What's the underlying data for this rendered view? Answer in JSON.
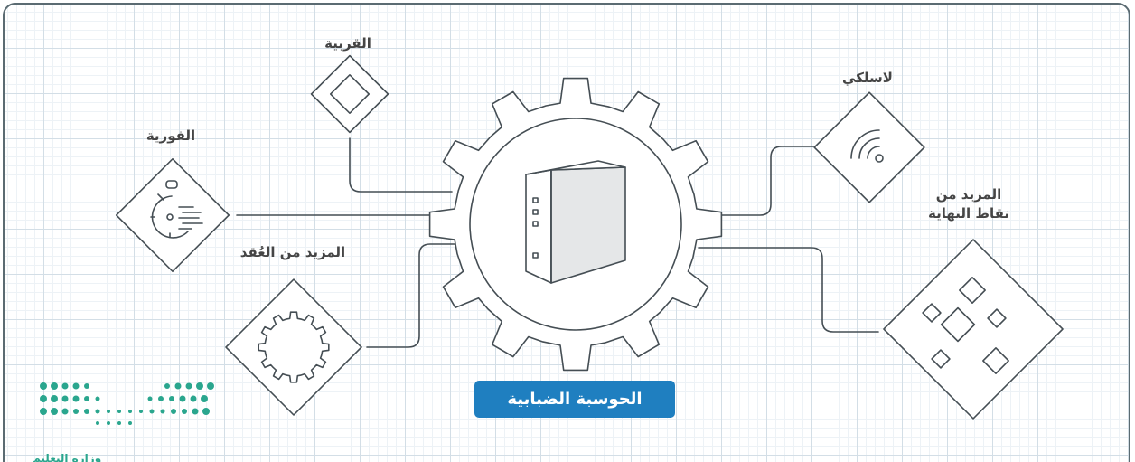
{
  "diagram": {
    "center": {
      "label": "الحوسبة الضبابية"
    },
    "nodes": [
      {
        "id": "proximity",
        "label": "القربية",
        "icon": "diamond-icon"
      },
      {
        "id": "realtime",
        "label": "الفورية",
        "icon": "stopwatch-icon"
      },
      {
        "id": "more-nodes",
        "label": "المزيد من العُقد",
        "icon": "gear-icon"
      },
      {
        "id": "wireless",
        "label": "لاسلكي",
        "icon": "wifi-icon"
      },
      {
        "id": "more-endpoints",
        "label_line1": "المزيد من",
        "label_line2": "نقاط النهاية",
        "icon": "diamonds-cluster-icon"
      }
    ],
    "colors": {
      "stroke": "#454e54",
      "grid": "#d3dee6",
      "accent": "#1f7fc0",
      "logo": "#2aa68e"
    }
  },
  "logo": {
    "text": "وزارة التعليم",
    "icon": "ministry-logo-icon"
  }
}
